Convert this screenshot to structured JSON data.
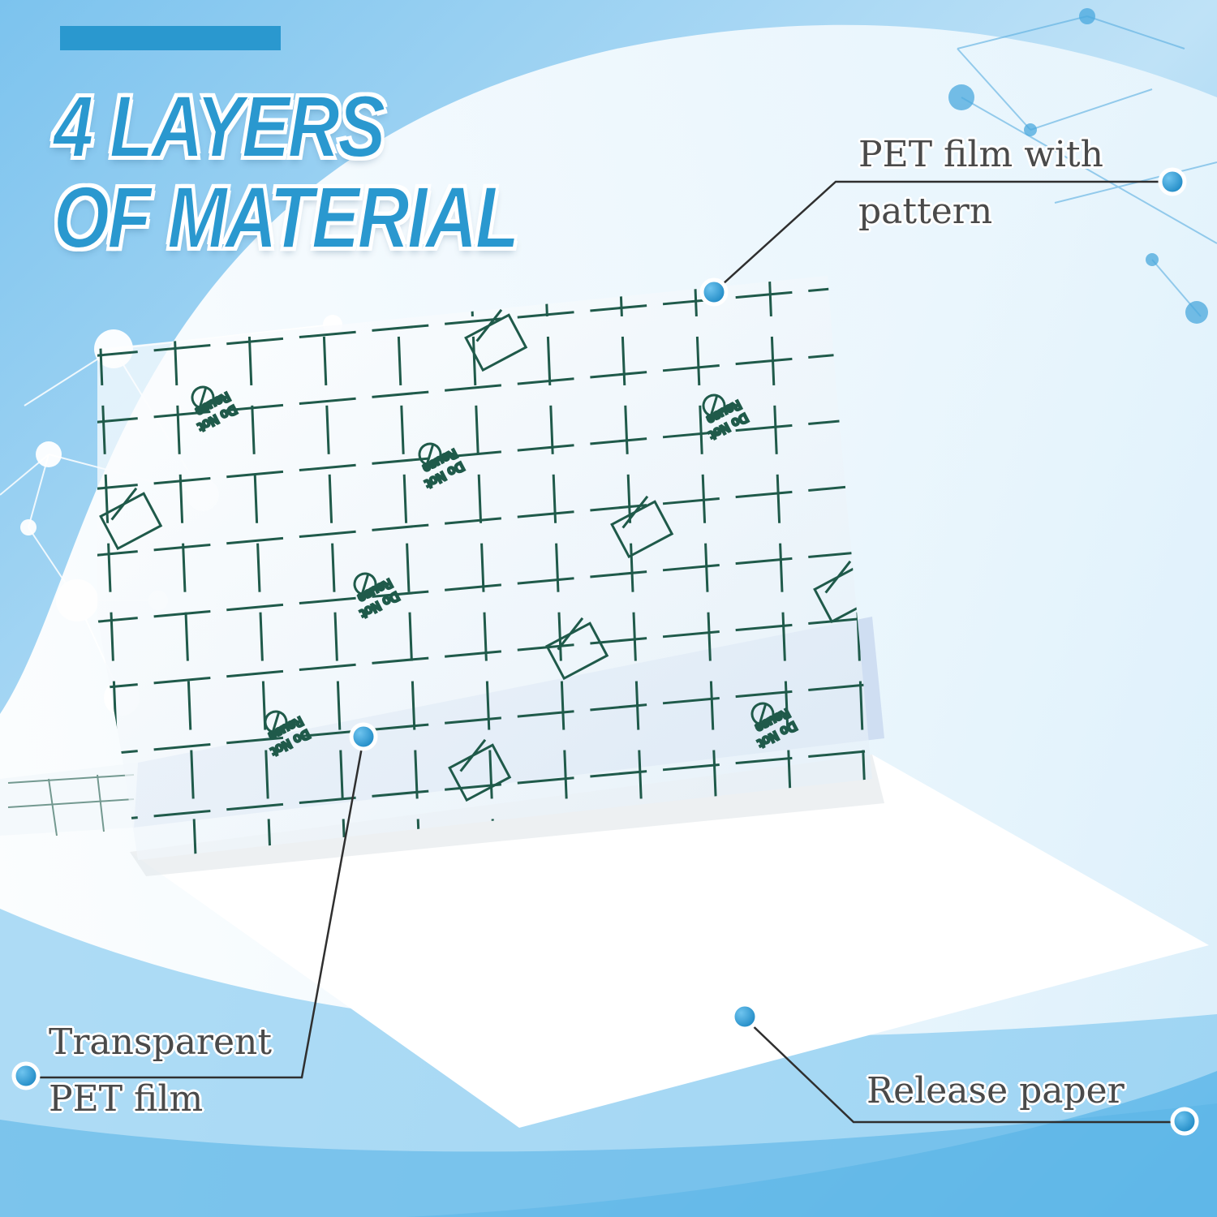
{
  "headline": {
    "line1": "4 LAYERS",
    "line2": "OF MATERIAL"
  },
  "callouts": {
    "pet_pattern": {
      "line1": "PET film with",
      "line2": "pattern"
    },
    "transparent": {
      "line1": "Transparent",
      "line2": "PET film"
    },
    "release": {
      "line1": "Release paper"
    }
  },
  "film_print": {
    "reuse_line1": "Do Not",
    "reuse_line2": "Reuse"
  },
  "colors": {
    "accent": "#2a98cf",
    "grid": "#1f5a4a",
    "background": "#8ccaf0",
    "label_text": "#4a4a4a"
  }
}
